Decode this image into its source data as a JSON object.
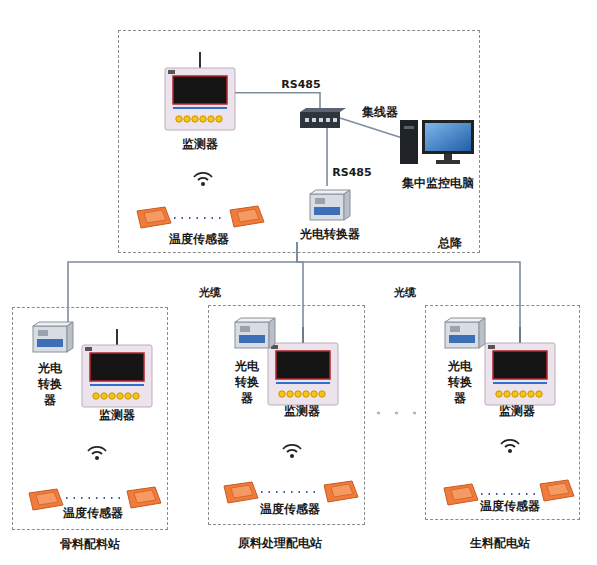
{
  "diagram": {
    "nodes": [
      {
        "text": [
          "总降"
        ]
      },
      {
        "text": [
          "监测器"
        ],
        "in": 0
      },
      {
        "text": [
          "集线器"
        ],
        "in": 0
      },
      {
        "text": [
          "集中监控电脑"
        ],
        "in": 0
      },
      {
        "text": [
          "温度传感器"
        ],
        "in": 0
      },
      {
        "text": [
          "光电转换器"
        ],
        "in": 0
      },
      {
        "text": [
          "骨料配料站"
        ]
      },
      {
        "text": [
          "光电 转换 器"
        ],
        "in": 6
      },
      {
        "text": [
          "监测器"
        ],
        "in": 6
      },
      {
        "text": [
          "温度传感器"
        ],
        "in": 6
      },
      {
        "text": [
          "原料处理配电站"
        ]
      },
      {
        "text": [
          "光电 转换 器"
        ],
        "in": 10
      },
      {
        "text": [
          "监测器"
        ],
        "in": 10
      },
      {
        "text": [
          "温度传感器"
        ],
        "in": 10
      },
      {
        "text": [
          "生料配电站"
        ]
      },
      {
        "text": [
          "光电 转换 器"
        ],
        "in": 14
      },
      {
        "text": [
          "监测器"
        ],
        "in": 14
      },
      {
        "text": [
          "温度传感器"
        ],
        "in": 14
      }
    ],
    "edges": [
      {
        "from": 1,
        "to": 2,
        "label": "RS485",
        "arrow": "none"
      },
      {
        "from": 5,
        "to": 2,
        "label": "RS485",
        "arrow": "none"
      },
      {
        "from": 2,
        "to": 3,
        "arrow": "none"
      },
      {
        "from": 5,
        "to": 7,
        "label": "光缆",
        "arrow": "none"
      },
      {
        "from": 5,
        "to": 12,
        "arrow": "none"
      },
      {
        "from": 5,
        "to": 16,
        "label": "光缆",
        "arrow": "none"
      }
    ],
    "labels": [
      "。。。"
    ]
  }
}
